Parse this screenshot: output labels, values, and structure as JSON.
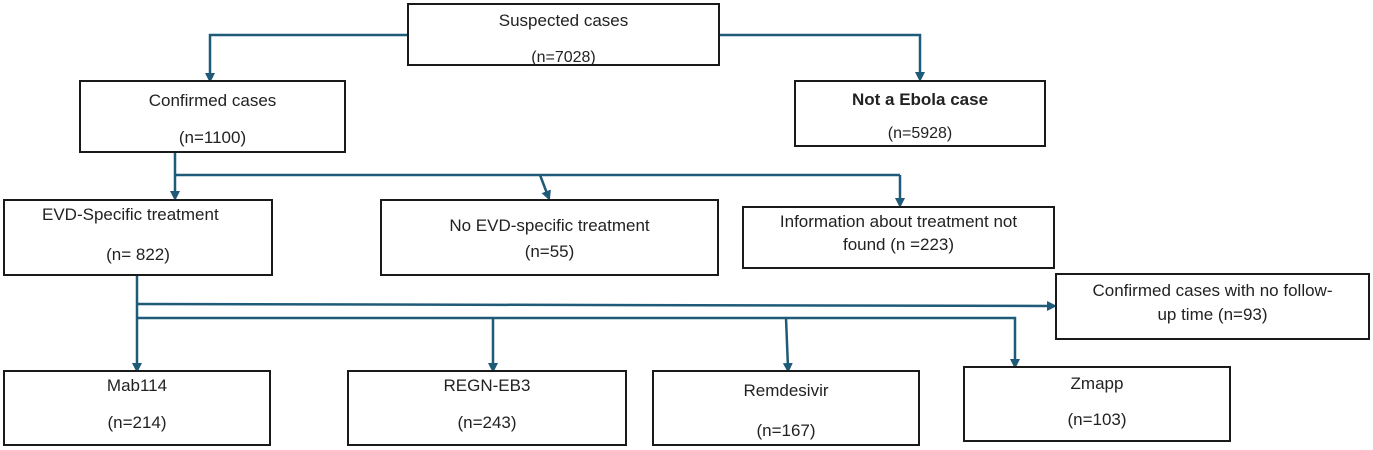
{
  "boxes": {
    "suspected": {
      "title": "Suspected cases",
      "count": "(n=7028)"
    },
    "confirmed": {
      "title": "Confirmed cases",
      "count": "(n=1100)"
    },
    "not_ebola": {
      "title": "Not a Ebola case",
      "count": "(n=5928)"
    },
    "evd_specific": {
      "title": "EVD-Specific treatment",
      "count": "(n= 822)"
    },
    "no_evd": {
      "title": "No EVD-specific treatment",
      "count": "(n=55)"
    },
    "info_not_found": {
      "line1": "Information about treatment not",
      "line2": "found (n =223)"
    },
    "no_followup": {
      "line1": "Confirmed cases with no follow-",
      "line2": "up time (n=93)"
    },
    "mab114": {
      "title": "Mab114",
      "count": "(n=214)"
    },
    "regn": {
      "title": "REGN-EB3",
      "count": "(n=243)"
    },
    "remdesivir": {
      "title": "Remdesivir",
      "count": "(n=167)"
    },
    "zmapp": {
      "title": "Zmapp",
      "count": "(n=103)"
    }
  },
  "colors": {
    "arrow": "#1f5b78",
    "border": "#1a1a1a"
  }
}
